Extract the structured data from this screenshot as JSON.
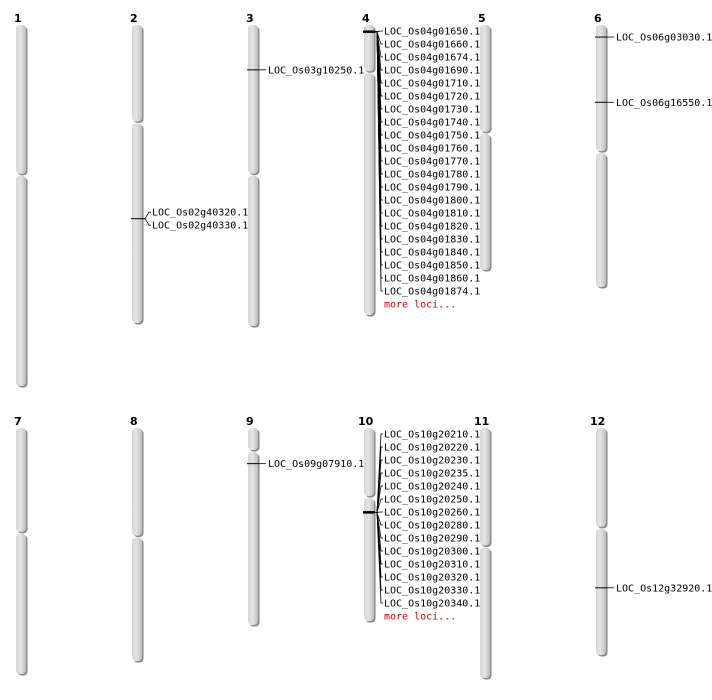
{
  "colors": {
    "chromosome_body": "#d6d6d6",
    "chromosome_shadow": "#8a8a8a",
    "marker": "#000000",
    "more_link": "#cc0000"
  },
  "chromosomes": [
    {
      "label": "1",
      "rel": [
        0.415
      ],
      "loci": []
    },
    {
      "label": "2",
      "rel": [
        0.327
      ],
      "loci": [
        {
          "pos": 0.65,
          "names": [
            "LOC_Os02g40320.1",
            "LOC_Os02g40330.1"
          ]
        }
      ]
    },
    {
      "label": "3",
      "rel": [
        0.497
      ],
      "loci": [
        {
          "pos": 0.149,
          "names": [
            "LOC_Os03g10250.1"
          ]
        }
      ]
    },
    {
      "label": "4",
      "rel": [
        0.163
      ],
      "more": "more loci...",
      "loci": [
        {
          "pos": 0.023,
          "names": [
            "LOC_Os04g01650.1",
            "LOC_Os04g01660.1",
            "LOC_Os04g01674.1",
            "LOC_Os04g01690.1",
            "LOC_Os04g01710.1",
            "LOC_Os04g01720.1",
            "LOC_Os04g01730.1",
            "LOC_Os04g01740.1",
            "LOC_Os04g01750.1",
            "LOC_Os04g01760.1",
            "LOC_Os04g01770.1",
            "LOC_Os04g01780.1",
            "LOC_Os04g01790.1",
            "LOC_Os04g01800.1",
            "LOC_Os04g01810.1",
            "LOC_Os04g01820.1",
            "LOC_Os04g01830.1",
            "LOC_Os04g01840.1",
            "LOC_Os04g01850.1",
            "LOC_Os04g01860.1",
            "LOC_Os04g01874.1"
          ]
        }
      ]
    },
    {
      "label": "5",
      "rel": [
        0.44
      ],
      "loci": []
    },
    {
      "label": "6",
      "rel": [
        0.485
      ],
      "loci": [
        {
          "pos": 0.046,
          "names": [
            "LOC_Os06g03030.1"
          ]
        },
        {
          "pos": 0.295,
          "names": [
            "LOC_Os06g16550.1"
          ]
        }
      ]
    },
    {
      "label": "7",
      "rel": [
        0.426
      ],
      "loci": []
    },
    {
      "label": "8",
      "rel": [
        0.466
      ],
      "loci": []
    },
    {
      "label": "9",
      "rel": [
        0.117
      ],
      "loci": [
        {
          "pos": 0.181,
          "names": [
            "LOC_Os09g07910.1"
          ]
        }
      ]
    },
    {
      "label": "10",
      "rel": [
        0.358
      ],
      "more": "more loci...",
      "loci": [
        {
          "pos": 0.437,
          "names": [
            "LOC_Os10g20210.1",
            "LOC_Os10g20220.1",
            "LOC_Os10g20230.1",
            "LOC_Os10g20235.1",
            "LOC_Os10g20240.1",
            "LOC_Os10g20250.1",
            "LOC_Os10g20260.1",
            "LOC_Os10g20280.1",
            "LOC_Os10g20290.1",
            "LOC_Os10g20300.1",
            "LOC_Os10g20310.1",
            "LOC_Os10g20320.1",
            "LOC_Os10g20330.1",
            "LOC_Os10g20340.1"
          ]
        }
      ]
    },
    {
      "label": "11",
      "rel": [
        0.474
      ],
      "loci": []
    },
    {
      "label": "12",
      "rel": [
        0.44
      ],
      "loci": [
        {
          "pos": 0.704,
          "names": [
            "LOC_Os12g32920.1"
          ]
        }
      ]
    }
  ]
}
